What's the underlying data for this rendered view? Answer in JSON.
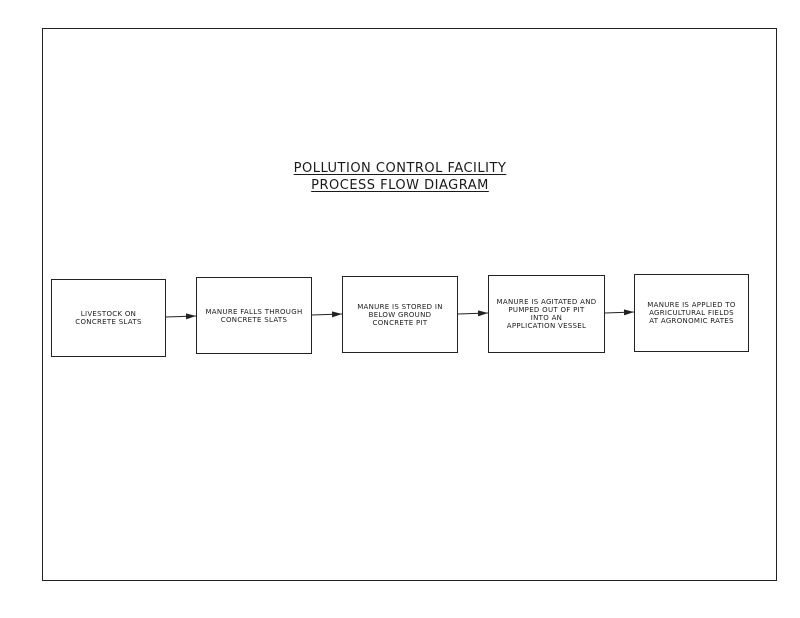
{
  "title": {
    "line1": "POLLUTION CONTROL FACILITY",
    "line2": "PROCESS FLOW DIAGRAM"
  },
  "steps": [
    {
      "text": "LIVESTOCK ON\nCONCRETE SLATS"
    },
    {
      "text": "MANURE FALLS THROUGH\nCONCRETE SLATS"
    },
    {
      "text": "MANURE IS STORED IN\nBELOW GROUND\nCONCRETE PIT"
    },
    {
      "text": "MANURE IS AGITATED AND\nPUMPED OUT OF PIT\nINTO AN\nAPPLICATION VESSEL"
    },
    {
      "text": "MANURE IS APPLIED TO\nAGRICULTURAL FIELDS\nAT AGRONOMIC RATES"
    }
  ]
}
